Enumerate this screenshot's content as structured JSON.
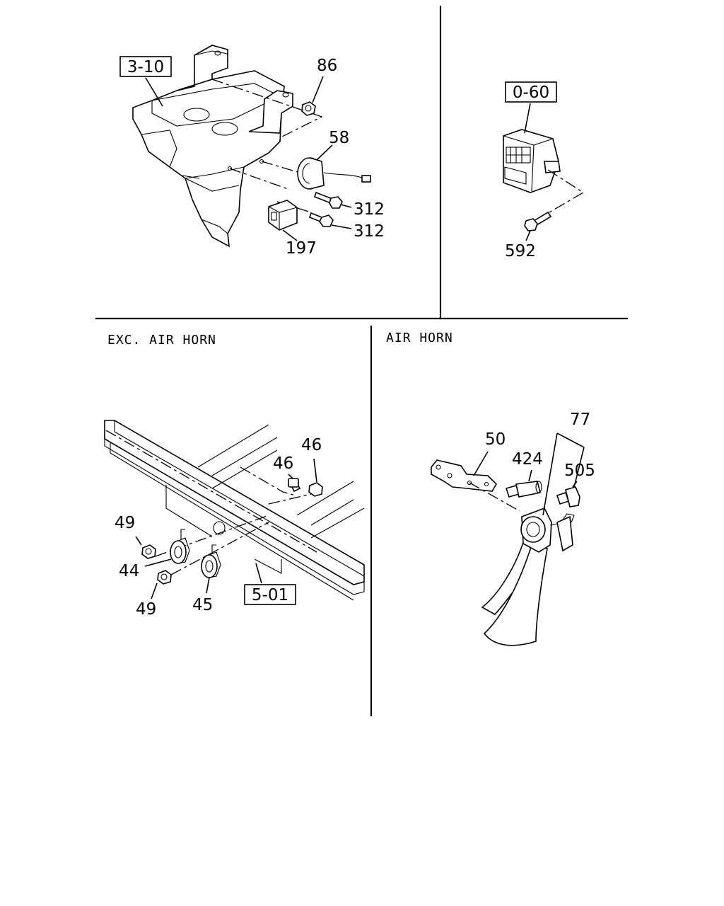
{
  "sections": {
    "exc_air_horn": "EXC. AIR HORN",
    "air_horn": "AIR HORN"
  },
  "refs": {
    "r310": "3-10",
    "r060": "0-60",
    "r501": "5-01"
  },
  "parts": {
    "p86": "86",
    "p58": "58",
    "p312a": "312",
    "p312b": "312",
    "p197": "197",
    "p592": "592",
    "p46a": "46",
    "p46b": "46",
    "p49a": "49",
    "p49b": "49",
    "p44": "44",
    "p45": "45",
    "p50": "50",
    "p424": "424",
    "p505": "505",
    "p77": "77"
  }
}
